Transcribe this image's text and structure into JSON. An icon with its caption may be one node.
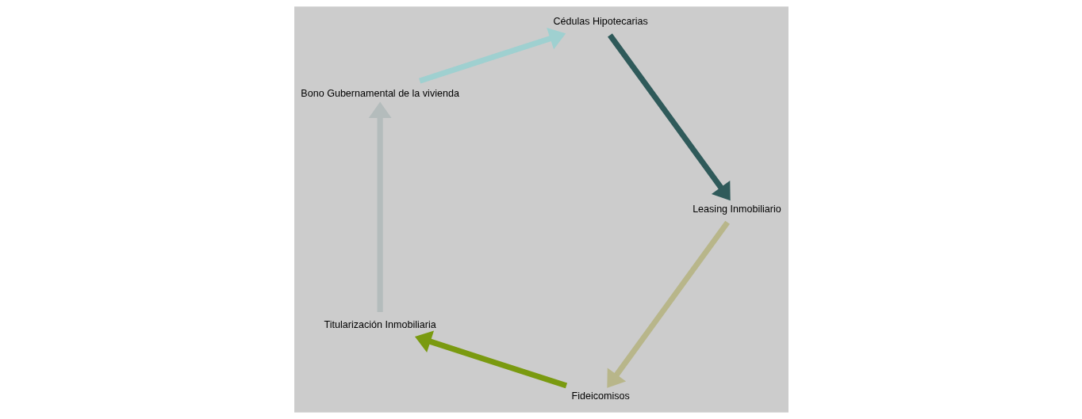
{
  "diagram": {
    "nodes": [
      {
        "text": [
          "Fideicomisos"
        ]
      },
      {
        "text": [
          "Titularización Inmobiliaria"
        ]
      },
      {
        "text": [
          "Bono Gubernamental de la vivienda"
        ]
      },
      {
        "text": [
          "Cédulas Hipotecarias"
        ]
      },
      {
        "text": [
          "Leasing Inmobiliario"
        ]
      }
    ],
    "edges": [
      {
        "from": 0,
        "to": 1,
        "arrow": "to",
        "color": "#7a9a10"
      },
      {
        "from": 1,
        "to": 2,
        "arrow": "to",
        "color": "#b4bcbc"
      },
      {
        "from": 2,
        "to": 3,
        "arrow": "to",
        "color": "#9fd0d0"
      },
      {
        "from": 3,
        "to": 4,
        "arrow": "to",
        "color": "#2f5a5a"
      },
      {
        "from": 4,
        "to": 0,
        "arrow": "to",
        "color": "#b8b68a"
      }
    ]
  }
}
